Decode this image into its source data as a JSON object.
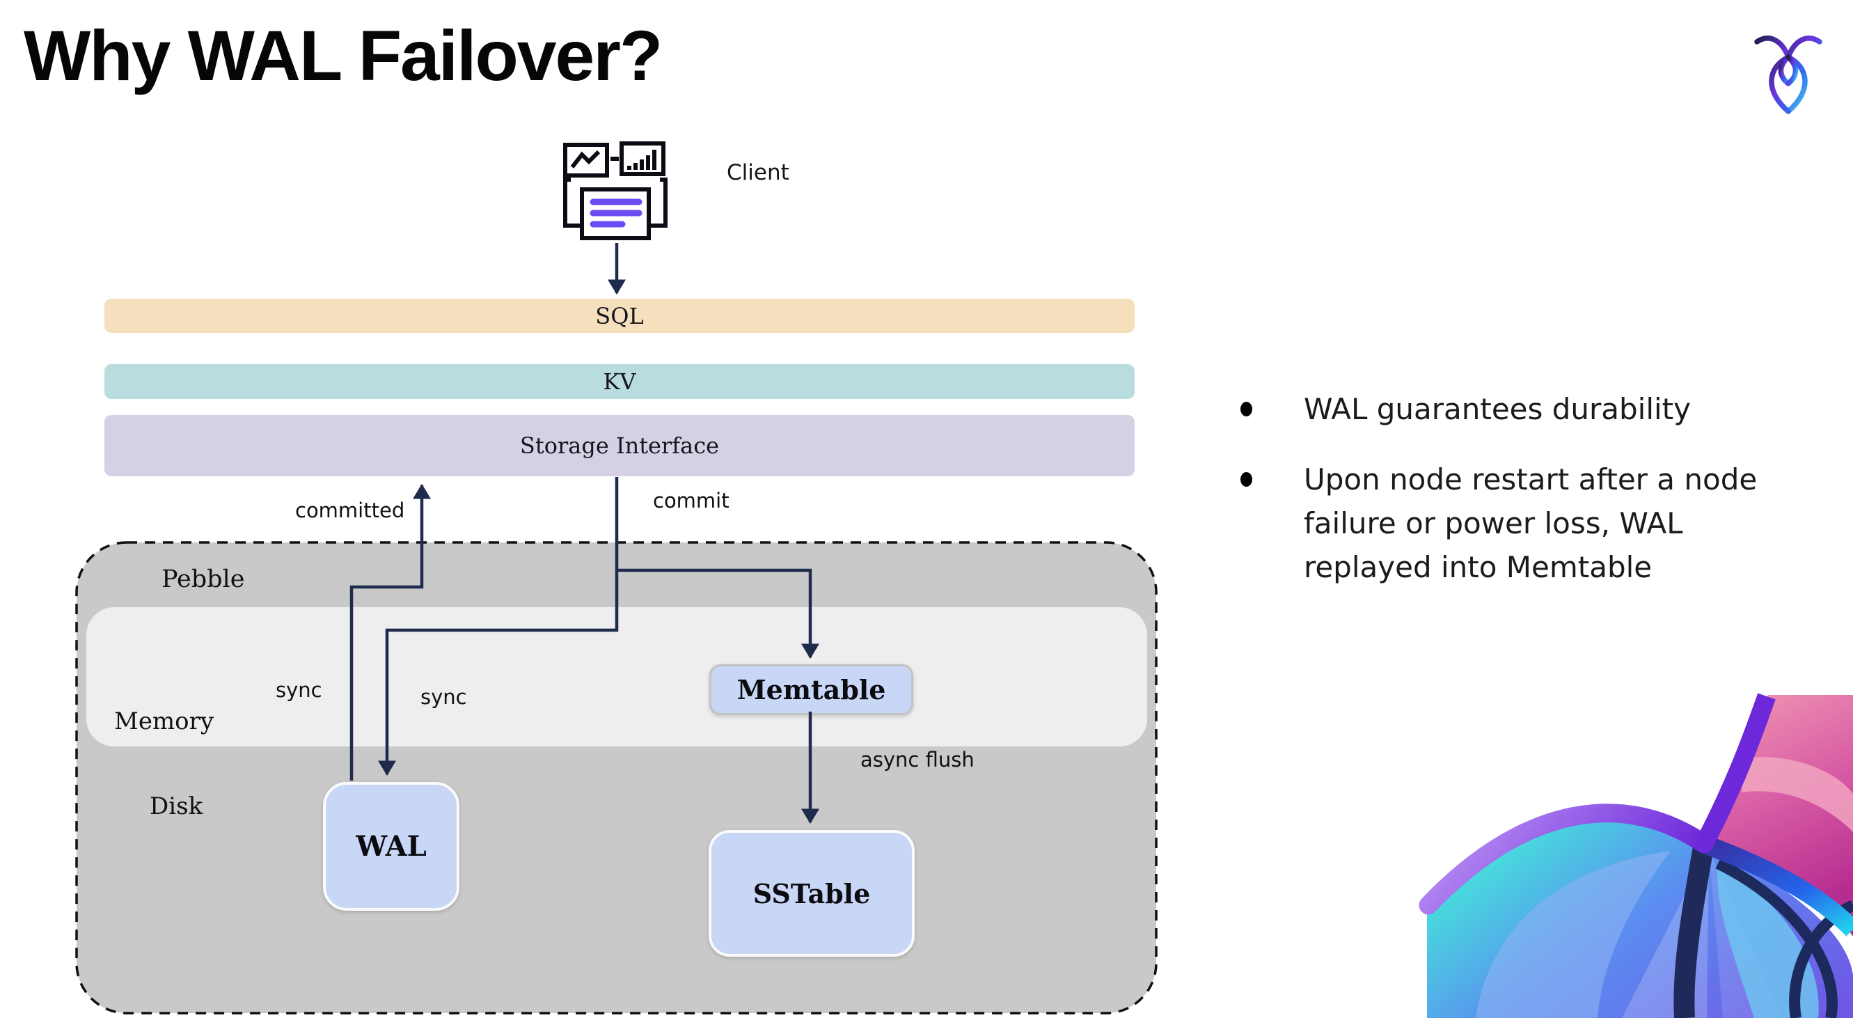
{
  "slide": {
    "title": "Why WAL Failover?",
    "bullets": [
      "WAL guarantees durability",
      "Upon node restart after a node failure or power loss, WAL replayed into Memtable"
    ]
  },
  "diagram": {
    "client": {
      "label": "Client",
      "icon": "client-devices-icon"
    },
    "layers": [
      {
        "label": "SQL",
        "fill": "#f5dfbc"
      },
      {
        "label": "KV",
        "fill": "#b9dcdf"
      },
      {
        "label": "Storage Interface",
        "fill": "#d5d0e4"
      }
    ],
    "pebble": {
      "label": "Pebble",
      "memory_label": "Memory",
      "disk_label": "Disk",
      "fill": "#c9c9c9",
      "memory_fill": "#efeeee"
    },
    "nodes": [
      {
        "label": "WAL"
      },
      {
        "label": "Memtable"
      },
      {
        "label": "SSTable"
      }
    ],
    "edges": {
      "committed": "committed",
      "commit": "commit",
      "sync_wal_up": "sync",
      "sync_wal_down": "sync",
      "async_flush": "async flush"
    },
    "node_fill": "#c9d7f7",
    "arrow_color": "#1f2b4d",
    "doc_line_color": "#6a4cf2"
  },
  "branding": {
    "logo": "cockroachdb-mark-icon",
    "logo_gradient": [
      "#1f1c4f",
      "#6a33dd",
      "#2e6cf0",
      "#4cc9f1"
    ],
    "artwork": "cockroach-abstract-artwork",
    "artwork_colors": [
      "#43ead9",
      "#5b8df0",
      "#6f58e6",
      "#f29bb4",
      "#c73e97",
      "#7c3aed",
      "#1e2a5e"
    ]
  }
}
